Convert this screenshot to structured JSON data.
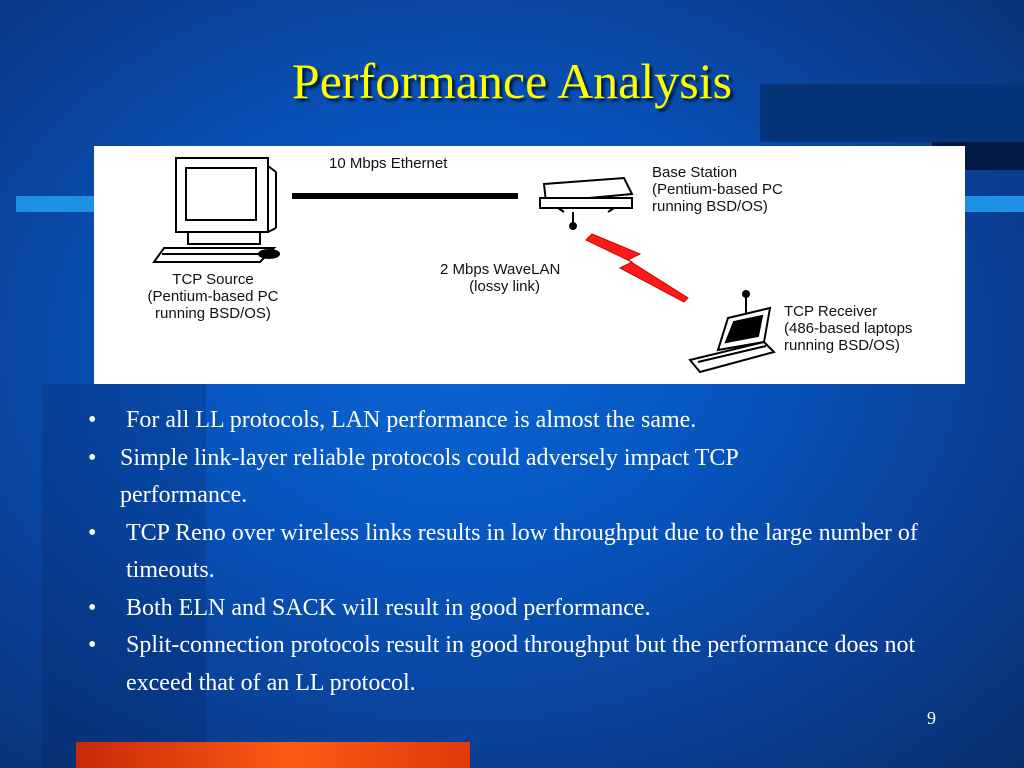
{
  "slide": {
    "title": "Performance Analysis",
    "page_number": "9"
  },
  "figure": {
    "ethernet_label": "10 Mbps Ethernet",
    "base_station_label": "Base Station\n(Pentium-based PC\nrunning BSD/OS)",
    "wavelan_label": "2 Mbps WaveLAN\n       (lossy link)",
    "tcp_source_label": "TCP Source\n(Pentium-based PC\nrunning BSD/OS)",
    "tcp_receiver_label": "TCP Receiver\n(486-based laptops\nrunning BSD/OS)"
  },
  "bullets": [
    "For all LL protocols, LAN performance is almost the same.",
    "Simple link-layer reliable protocols could adversely impact TCP performance.",
    "TCP Reno over wireless links results in low throughput due to the large number of timeouts.",
    "Both ELN and SACK will result in good  performance.",
    "Split-connection protocols result in good throughput but the performance does not exceed that of an LL protocol."
  ],
  "bullet_glyph": "•",
  "colors": {
    "background": "#0755bf",
    "title": "#ffff00",
    "text": "#ffffff",
    "accent_bar": "#e8400a",
    "wireless_link": "#ff1a1a"
  }
}
